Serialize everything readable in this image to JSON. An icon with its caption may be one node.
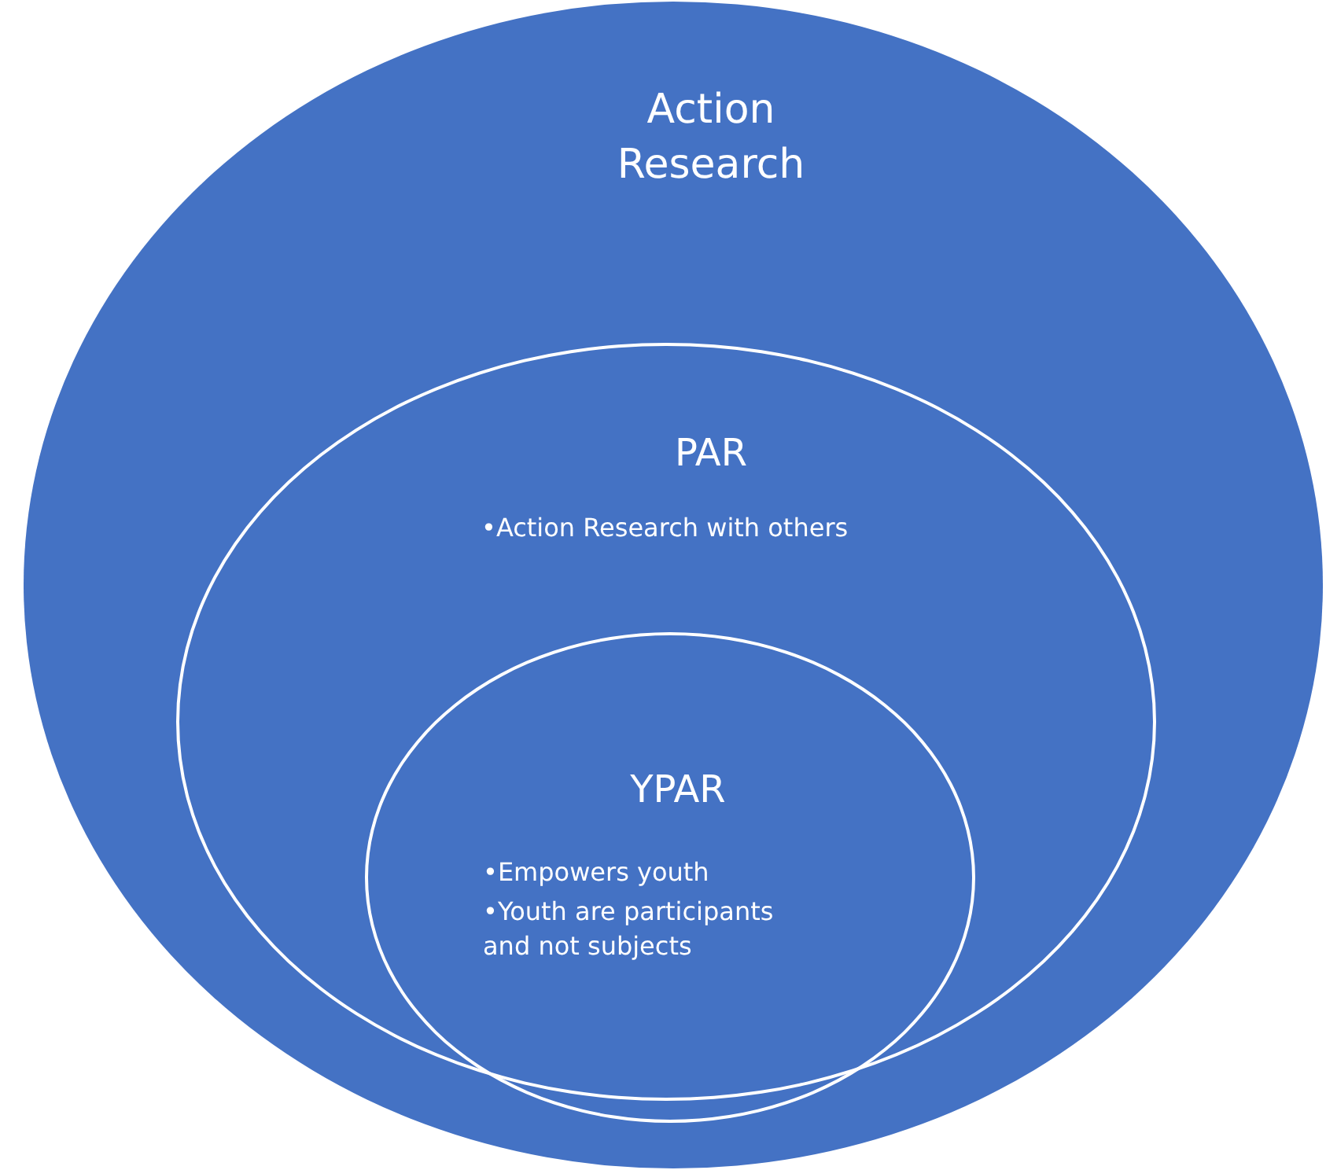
{
  "diagram": {
    "nodes": [
      {
        "text": [
          "Action Research"
        ]
      },
      {
        "text": [
          "PAR",
          "•Action Research with others"
        ],
        "in": 0
      },
      {
        "text": [
          "YPAR",
          "•Empowers youth",
          "•Youth are participants and not subjects"
        ],
        "in": 1
      }
    ]
  }
}
